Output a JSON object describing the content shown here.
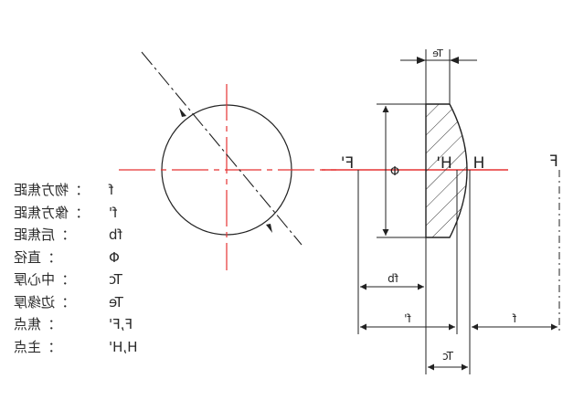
{
  "dimension_labels": {
    "Te": "Te",
    "fb": "fb",
    "f_prime": "f'",
    "f": "f",
    "Tc": "Tc"
  },
  "point_labels": {
    "F_prime": "F'",
    "H_prime": "H'",
    "H": "H",
    "F": "F",
    "phi": "Φ"
  },
  "legend": [
    {
      "symbol": "f",
      "description": "：物方焦距"
    },
    {
      "symbol": "f'",
      "description": "：像方焦距"
    },
    {
      "symbol": "fb",
      "description": "：后焦距"
    },
    {
      "symbol": "Φ",
      "description": "：直径"
    },
    {
      "symbol": "Tc",
      "description": "：中心厚"
    },
    {
      "symbol": "Te",
      "description": "：边缘厚"
    },
    {
      "symbol": "F,F'",
      "description": "：焦点"
    },
    {
      "symbol": "H,H'",
      "description": "：主点"
    }
  ],
  "colors": {
    "axis": "#e53333",
    "line": "#222222"
  }
}
